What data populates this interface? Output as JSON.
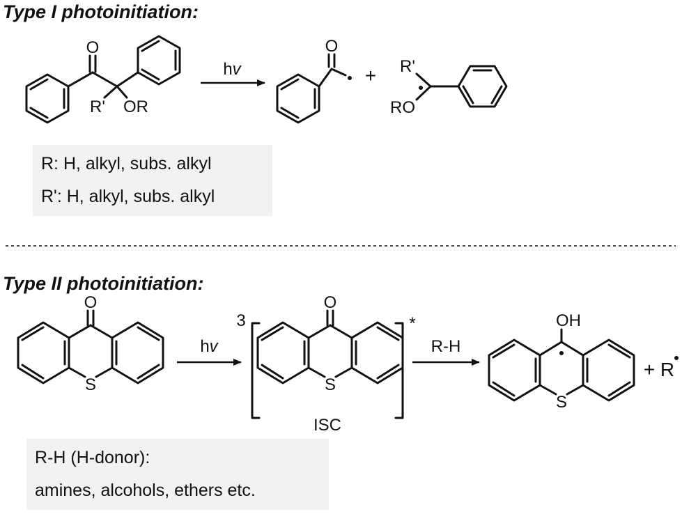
{
  "type1": {
    "heading": "Type I photoinitiation:",
    "reactant": {
      "carbonyl_O": "O",
      "r_prime": "R'",
      "or_group": "OR"
    },
    "arrow_label_h": "h",
    "arrow_label_nu": "v",
    "product1": {
      "carbonyl_O": "O"
    },
    "plus": "+",
    "product2": {
      "r_prime": "R'",
      "ro_group": "RO"
    },
    "notes": [
      "R: H, alkyl, subs. alkyl",
      "R': H, alkyl, subs. alkyl"
    ]
  },
  "type2": {
    "heading": "Type II photoinitiation:",
    "reactant": {
      "carbonyl_O": "O",
      "sulfur": "S"
    },
    "arrow1_label_h": "h",
    "arrow1_label_nu": "v",
    "triplet": {
      "superscript": "3",
      "carbonyl_O": "O",
      "sulfur": "S",
      "star": "*",
      "isc": "ISC"
    },
    "arrow2_label": "R-H",
    "product": {
      "oh": "OH",
      "sulfur": "S"
    },
    "plus": "+",
    "radical": "R",
    "notes": [
      "R-H (H-donor):",
      "amines, alcohols, ethers etc."
    ]
  }
}
